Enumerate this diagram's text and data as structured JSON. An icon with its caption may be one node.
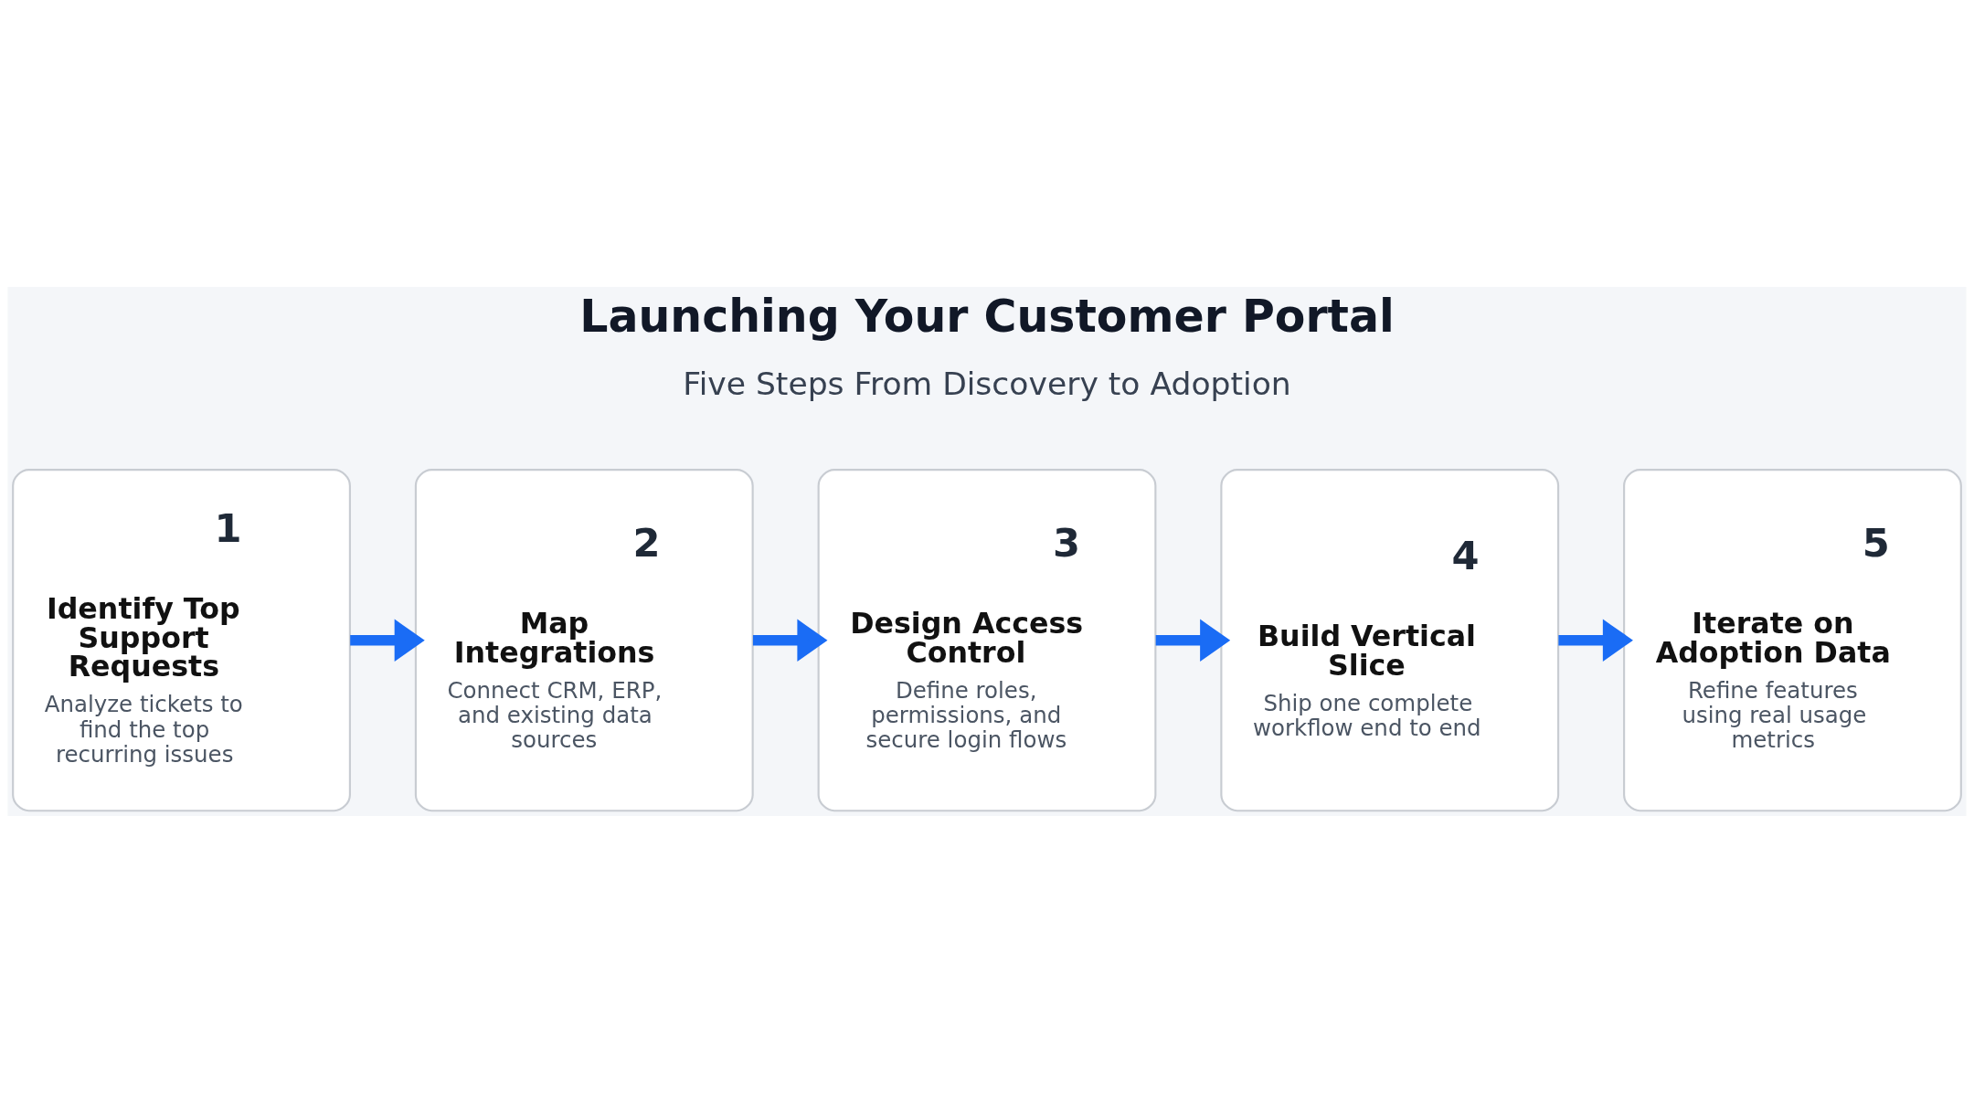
{
  "diagram": {
    "title": "Launching Your Customer Portal",
    "nodes": [
      {
        "text": [
          "1",
          "Identify Top Support Requests",
          "Analyze tickets to find the top recurring issues"
        ]
      },
      {
        "text": [
          "2",
          "Map Integrations",
          "Connect CRM, ERP, and existing data sources"
        ]
      },
      {
        "text": [
          "3",
          "Design Access Control",
          "Define roles, permissions, and secure login flows"
        ]
      },
      {
        "text": [
          "4",
          "Build Vertical Slice",
          "Ship one complete workflow end to end"
        ]
      },
      {
        "text": [
          "5",
          "Iterate on Adoption Data",
          "Refine features using real usage metrics"
        ]
      }
    ],
    "edges": [
      {
        "from": 0,
        "to": 1,
        "arrow": "to"
      },
      {
        "from": 1,
        "to": 2,
        "arrow": "to"
      },
      {
        "from": 2,
        "to": 3,
        "arrow": "to"
      },
      {
        "from": 3,
        "to": 4,
        "arrow": "to"
      }
    ],
    "labels": [
      "Five Steps From Discovery to Adoption"
    ]
  }
}
